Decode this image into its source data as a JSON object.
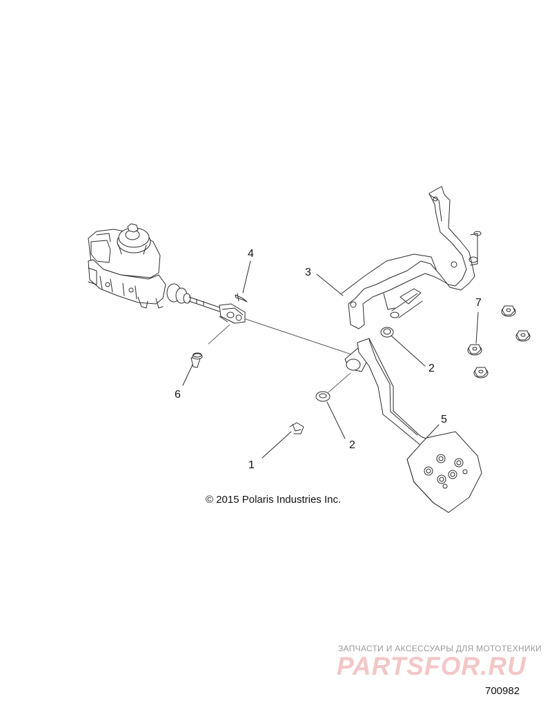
{
  "callouts": [
    {
      "id": "c1",
      "label": "1"
    },
    {
      "id": "c2a",
      "label": "2"
    },
    {
      "id": "c2b",
      "label": "2"
    },
    {
      "id": "c3",
      "label": "3"
    },
    {
      "id": "c4",
      "label": "4"
    },
    {
      "id": "c5",
      "label": "5"
    },
    {
      "id": "c6",
      "label": "6"
    },
    {
      "id": "c7",
      "label": "7"
    }
  ],
  "copyright": "© 2015 Polaris Industries Inc.",
  "watermark": {
    "caption": "ЗАПЧАСТИ И АКСЕССУАРЫ ДЛЯ МОТОТЕХНИКИ",
    "logo": "PARTSFOR.RU"
  },
  "diagram_id": "700982",
  "colors": {
    "line": "#2a2a2a",
    "watermark_logo": "#f4c6c6",
    "watermark_caption": "#9a9a9a"
  }
}
